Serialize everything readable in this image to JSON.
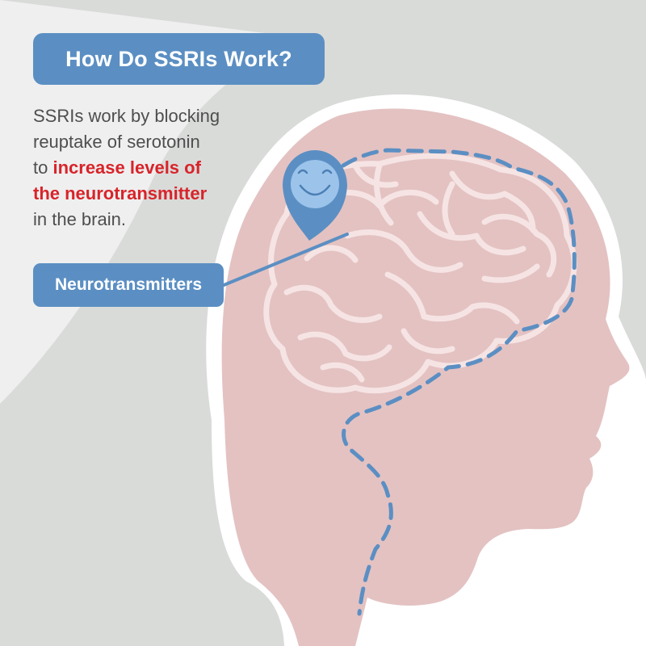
{
  "title": "How Do SSRIs Work?",
  "description": {
    "line1": "SSRIs work by blocking",
    "line2": "reuptake of serotonin",
    "line3_prefix": "to ",
    "highlight_part1": "increase levels of",
    "highlight_part2": "the neurotransmitter",
    "line5": "in the brain."
  },
  "callout_label": "Neurotransmitters",
  "colors": {
    "background": "#efefef",
    "backdrop_shape": "#d9dbd9",
    "head": "#e4c2c2",
    "brain_folds": "#f6e4e4",
    "accent_blue": "#5b8fc3",
    "highlight_red": "#d8242a"
  },
  "icons": [
    "smiley-location-pin-icon"
  ]
}
